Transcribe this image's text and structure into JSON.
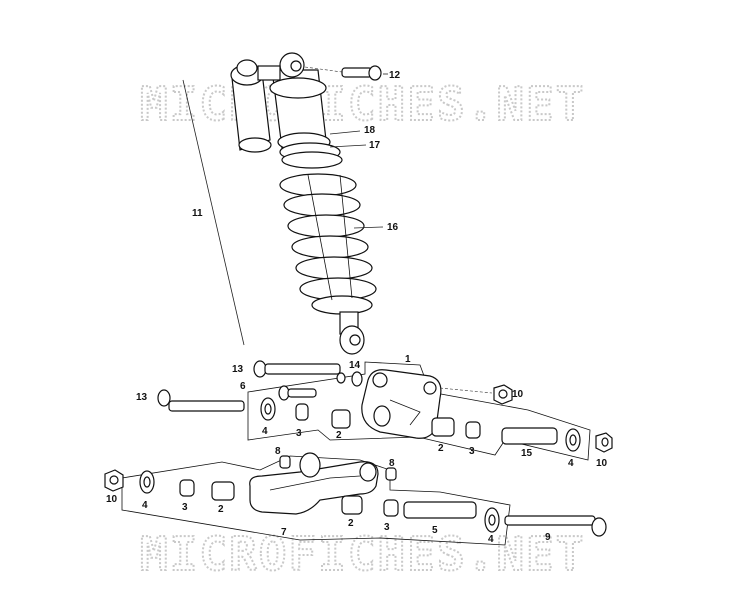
{
  "watermark": "MICROFICHES.NET",
  "callouts": {
    "c1": "1",
    "c2a": "2",
    "c2b": "2",
    "c2c": "2",
    "c2d": "2",
    "c3a": "3",
    "c3b": "3",
    "c3c": "3",
    "c3d": "3",
    "c4a": "4",
    "c4b": "4",
    "c4c": "4",
    "c4d": "4",
    "c5": "5",
    "c6": "6",
    "c7": "7",
    "c8a": "8",
    "c8b": "8",
    "c9": "9",
    "c10a": "10",
    "c10b": "10",
    "c10c": "10",
    "c11": "11",
    "c12": "12",
    "c13a": "13",
    "c13b": "13",
    "c14": "14",
    "c15": "15",
    "c16": "16",
    "c17": "17",
    "c18": "18"
  },
  "colors": {
    "line": "#111111",
    "watermark": "#c9c9c9",
    "background": "#ffffff"
  }
}
